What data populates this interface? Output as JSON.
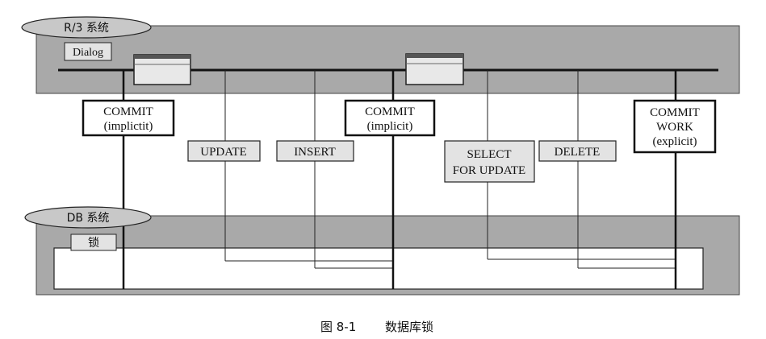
{
  "diagram": {
    "r3_system_label": "R/3 系统",
    "dialog_label": "Dialog",
    "db_system_label": "DB 系统",
    "lock_label": "锁",
    "commit1": {
      "line1": "COMMIT",
      "line2": "(implictit)"
    },
    "update_label": "UPDATE",
    "insert_label": "INSERT",
    "commit2": {
      "line1": "COMMIT",
      "line2": "(implicit)"
    },
    "select_for_update": {
      "line1": "SELECT",
      "line2": "FOR UPDATE"
    },
    "delete_label": "DELETE",
    "commit_work": {
      "line1": "COMMIT",
      "line2": "WORK",
      "line3": "(explicit)"
    }
  },
  "caption": {
    "number": "图 8-1",
    "title": "数据库锁"
  },
  "colors": {
    "band_fill": "#a9a9a9",
    "label_box_fill": "#e3e3e3",
    "line": "#111111",
    "background": "#ffffff"
  }
}
